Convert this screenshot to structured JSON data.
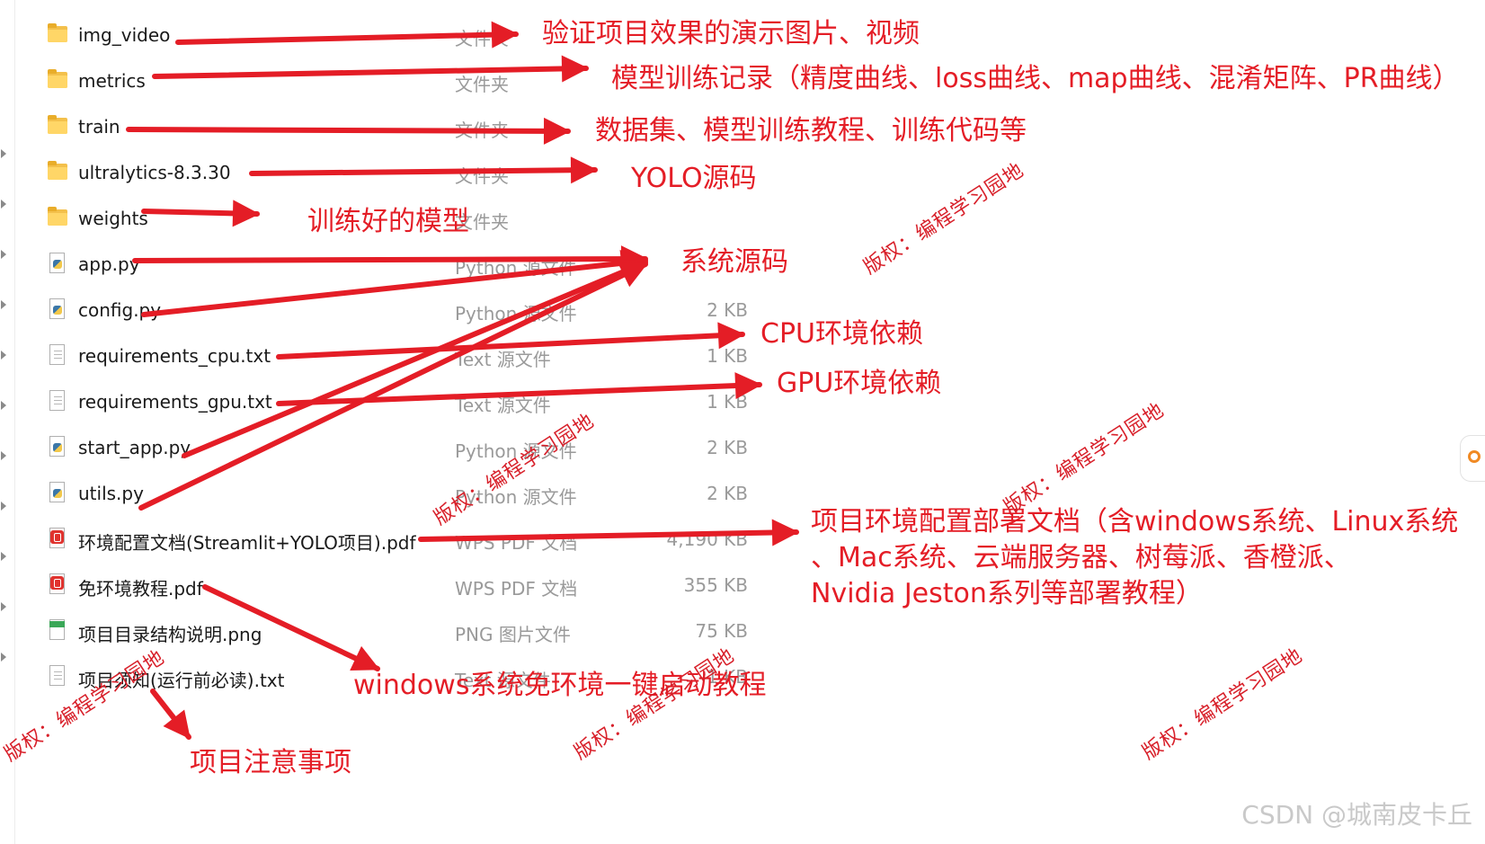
{
  "files": [
    {
      "name": "img_video",
      "type": "文件夹",
      "size": "",
      "kind": "folder"
    },
    {
      "name": "metrics",
      "type": "文件夹",
      "size": "",
      "kind": "folder"
    },
    {
      "name": "train",
      "type": "文件夹",
      "size": "",
      "kind": "folder"
    },
    {
      "name": "ultralytics-8.3.30",
      "type": "文件夹",
      "size": "",
      "kind": "folder"
    },
    {
      "name": "weights",
      "type": "文件夹",
      "size": "",
      "kind": "folder"
    },
    {
      "name": "app.py",
      "type": "Python 源文件",
      "size": "",
      "kind": "py"
    },
    {
      "name": "config.py",
      "type": "Python 源文件",
      "size": "2 KB",
      "kind": "py"
    },
    {
      "name": "requirements_cpu.txt",
      "type": "Text 源文件",
      "size": "1 KB",
      "kind": "txt"
    },
    {
      "name": "requirements_gpu.txt",
      "type": "Text 源文件",
      "size": "1 KB",
      "kind": "txt"
    },
    {
      "name": "start_app.py",
      "type": "Python 源文件",
      "size": "2 KB",
      "kind": "py"
    },
    {
      "name": "utils.py",
      "type": "Python 源文件",
      "size": "2 KB",
      "kind": "py"
    },
    {
      "name": "环境配置文档(Streamlit+YOLO项目).pdf",
      "type": "WPS PDF 文档",
      "size": "4,190 KB",
      "kind": "pdf"
    },
    {
      "name": "免环境教程.pdf",
      "type": "WPS PDF 文档",
      "size": "355 KB",
      "kind": "pdf"
    },
    {
      "name": "项目目录结构说明.png",
      "type": "PNG 图片文件",
      "size": "75 KB",
      "kind": "png"
    },
    {
      "name": "项目须知(运行前必读).txt",
      "type": "Text 源文件",
      "size": "1 KB",
      "kind": "txt"
    }
  ],
  "annotations": {
    "img_video": "验证项目效果的演示图片、视频",
    "metrics": "模型训练记录（精度曲线、loss曲线、map曲线、混淆矩阵、PR曲线）",
    "train": "数据集、模型训练教程、训练代码等",
    "ultralytics": "YOLO源码",
    "weights": "训练好的模型",
    "system_source": "系统源码",
    "cpu_env": "CPU环境依赖",
    "gpu_env": "GPU环境依赖",
    "env_doc_line1": "项目环境配置部署文档（含windows系统、Linux系统",
    "env_doc_line2": "、Mac系统、云端服务器、树莓派、香橙派、",
    "env_doc_line3": "Nvidia Jeston系列等部署教程）",
    "no_env": "windows系统免环境一键启动教程",
    "notice": "项目注意事项"
  },
  "watermark_text": "版权：编程学习园地",
  "csdn_credit": "CSDN @城南皮卡丘",
  "colors": {
    "annotation_red": "#e41d26",
    "watermark_red": "#d8202a",
    "folder_yellow": "#ffd667",
    "file_text": "#1a1a1a",
    "meta_text": "#9a9a9a"
  }
}
